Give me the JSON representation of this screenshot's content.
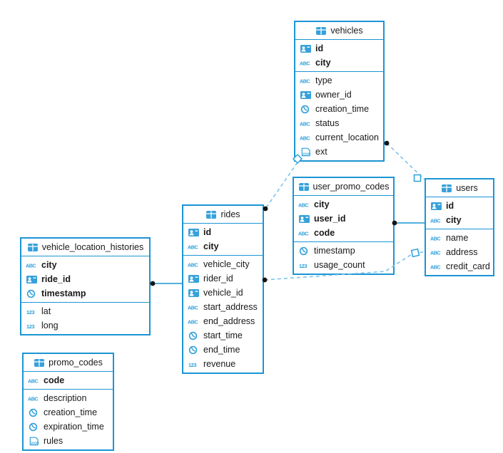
{
  "diagram": {
    "tables": [
      {
        "name": "vehicles",
        "columns": [
          {
            "name": "id",
            "type": "uuid",
            "pk": true
          },
          {
            "name": "city",
            "type": "string",
            "pk": true
          },
          {
            "name": "type",
            "type": "string",
            "pk": false
          },
          {
            "name": "owner_id",
            "type": "uuid",
            "pk": false
          },
          {
            "name": "creation_time",
            "type": "timestamp",
            "pk": false
          },
          {
            "name": "status",
            "type": "string",
            "pk": false
          },
          {
            "name": "current_location",
            "type": "string",
            "pk": false
          },
          {
            "name": "ext",
            "type": "json",
            "pk": false
          }
        ]
      },
      {
        "name": "user_promo_codes",
        "columns": [
          {
            "name": "city",
            "type": "string",
            "pk": true
          },
          {
            "name": "user_id",
            "type": "uuid",
            "pk": true
          },
          {
            "name": "code",
            "type": "string",
            "pk": true
          },
          {
            "name": "timestamp",
            "type": "timestamp",
            "pk": false
          },
          {
            "name": "usage_count",
            "type": "number",
            "pk": false
          }
        ]
      },
      {
        "name": "users",
        "columns": [
          {
            "name": "id",
            "type": "uuid",
            "pk": true
          },
          {
            "name": "city",
            "type": "string",
            "pk": true
          },
          {
            "name": "name",
            "type": "string",
            "pk": false
          },
          {
            "name": "address",
            "type": "string",
            "pk": false
          },
          {
            "name": "credit_card",
            "type": "string",
            "pk": false
          }
        ]
      },
      {
        "name": "rides",
        "columns": [
          {
            "name": "id",
            "type": "uuid",
            "pk": true
          },
          {
            "name": "city",
            "type": "string",
            "pk": true
          },
          {
            "name": "vehicle_city",
            "type": "string",
            "pk": false
          },
          {
            "name": "rider_id",
            "type": "uuid",
            "pk": false
          },
          {
            "name": "vehicle_id",
            "type": "uuid",
            "pk": false
          },
          {
            "name": "start_address",
            "type": "string",
            "pk": false
          },
          {
            "name": "end_address",
            "type": "string",
            "pk": false
          },
          {
            "name": "start_time",
            "type": "timestamp",
            "pk": false
          },
          {
            "name": "end_time",
            "type": "timestamp",
            "pk": false
          },
          {
            "name": "revenue",
            "type": "number",
            "pk": false
          }
        ]
      },
      {
        "name": "vehicle_location_histories",
        "columns": [
          {
            "name": "city",
            "type": "string",
            "pk": true
          },
          {
            "name": "ride_id",
            "type": "uuid",
            "pk": true
          },
          {
            "name": "timestamp",
            "type": "timestamp",
            "pk": true
          },
          {
            "name": "lat",
            "type": "number",
            "pk": false
          },
          {
            "name": "long",
            "type": "number",
            "pk": false
          }
        ]
      },
      {
        "name": "promo_codes",
        "columns": [
          {
            "name": "code",
            "type": "string",
            "pk": true
          },
          {
            "name": "description",
            "type": "string",
            "pk": false
          },
          {
            "name": "creation_time",
            "type": "timestamp",
            "pk": false
          },
          {
            "name": "expiration_time",
            "type": "timestamp",
            "pk": false
          },
          {
            "name": "rules",
            "type": "json",
            "pk": false
          }
        ]
      }
    ],
    "relations": [
      {
        "from": "vehicles",
        "to": "rides",
        "style": "dashed"
      },
      {
        "from": "vehicles",
        "to": "users",
        "style": "dashed"
      },
      {
        "from": "rides",
        "to": "users",
        "style": "dashed"
      },
      {
        "from": "user_promo_codes",
        "to": "users",
        "style": "solid"
      },
      {
        "from": "vehicle_location_histories",
        "to": "rides",
        "style": "solid"
      }
    ],
    "colors": {
      "border": "#1b95d3",
      "icon": "#2f9fd9",
      "dash_line": "#7cc4ea",
      "solid_line": "#1b95d3",
      "endpoint_dot": "#141414",
      "text": "#1a1a1a",
      "background": "#ffffff"
    }
  }
}
